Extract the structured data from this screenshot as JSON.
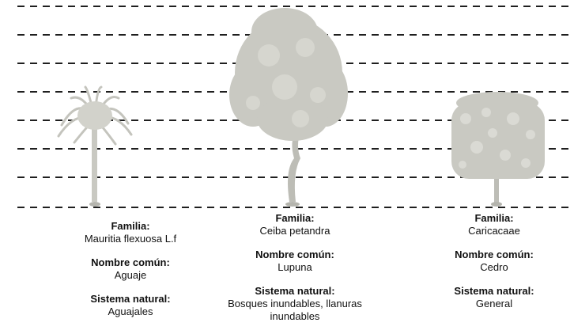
{
  "species": [
    {
      "familia_label": "Familia:",
      "familia": "Mauritia flexuosa L.f",
      "nombre_label": "Nombre común:",
      "nombre": "Aguaje",
      "sistema_label": "Sistema natural:",
      "sistema": "Aguajales"
    },
    {
      "familia_label": "Familia:",
      "familia": "Ceiba petandra",
      "nombre_label": "Nombre común:",
      "nombre": "Lupuna",
      "sistema_label": "Sistema natural:",
      "sistema": "Bosques inundables, llanuras inundables"
    },
    {
      "familia_label": "Familia:",
      "familia": "Caricacaae",
      "nombre_label": "Nombre común:",
      "nombre": "Cedro",
      "sistema_label": "Sistema natural:",
      "sistema": "General"
    }
  ],
  "colors": {
    "tree_fill": "#c9c9c2",
    "tree_shade": "#b4b4ad",
    "guide_line": "#1f1f1f"
  }
}
